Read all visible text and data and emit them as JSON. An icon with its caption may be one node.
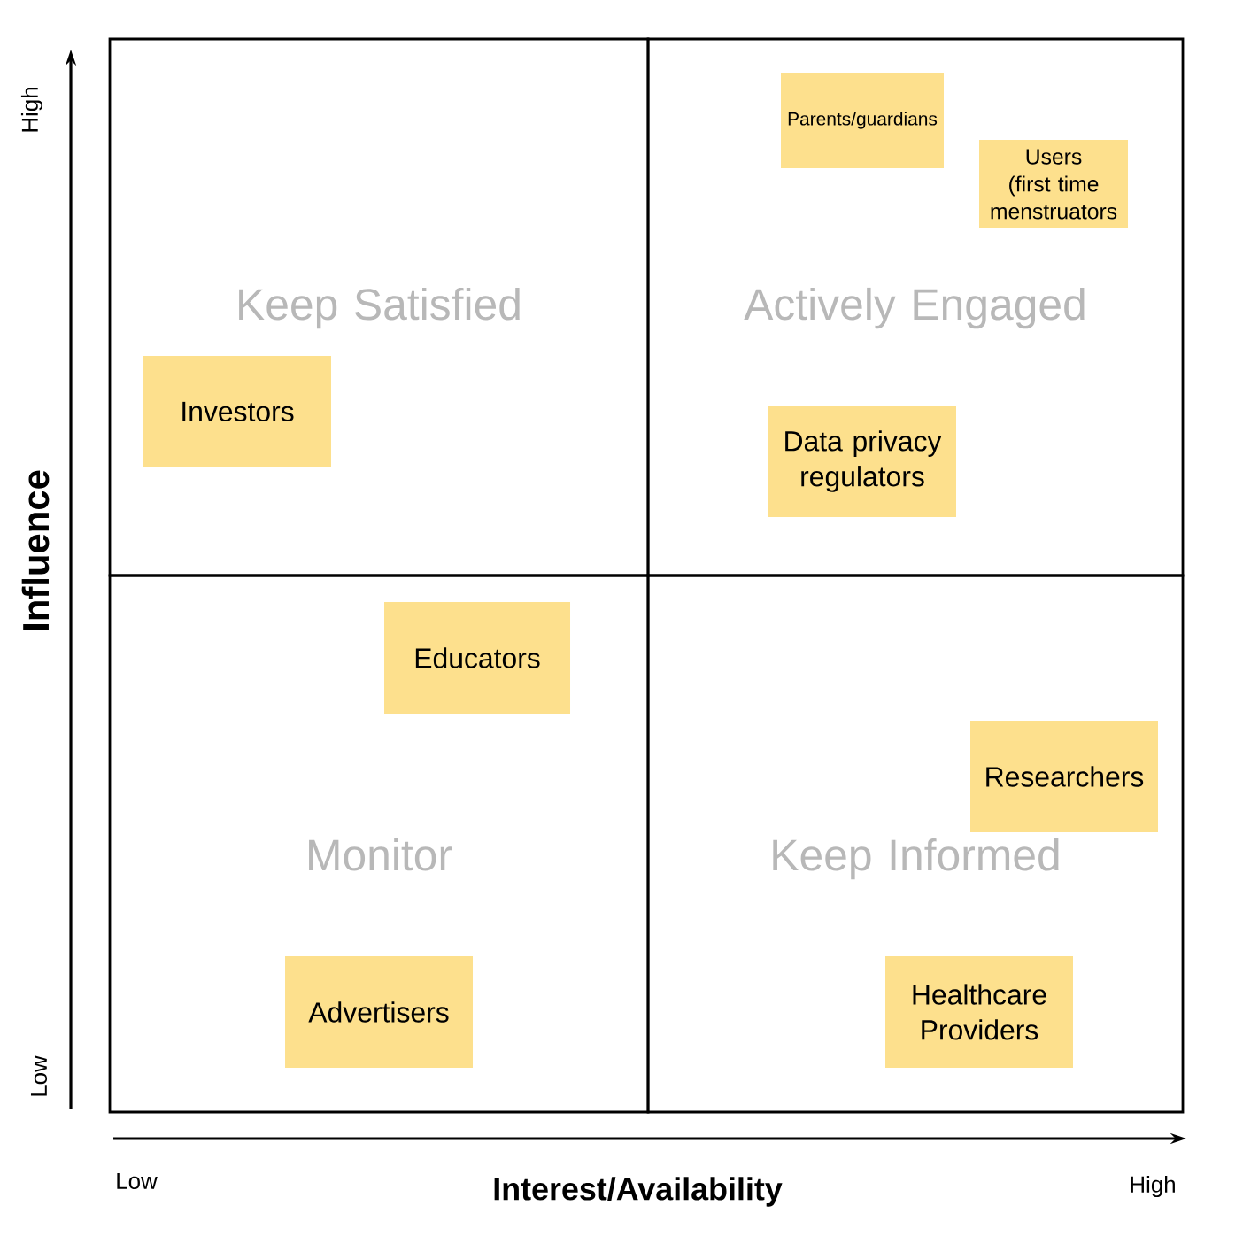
{
  "diagram": {
    "nodes": [
      {
        "text": [
          "Keep Satisfied"
        ]
      },
      {
        "text": [
          "Investors"
        ],
        "in": 0
      },
      {
        "text": [
          "Actively Engaged"
        ]
      },
      {
        "text": [
          "Parents/guardians"
        ],
        "in": 2
      },
      {
        "text": [
          "Users (first time menstruators"
        ],
        "in": 2
      },
      {
        "text": [
          "Data privacy regulators"
        ],
        "in": 2
      },
      {
        "text": [
          "Monitor"
        ]
      },
      {
        "text": [
          "Educators"
        ],
        "in": 6
      },
      {
        "text": [
          "Advertisers"
        ],
        "in": 6
      },
      {
        "text": [
          "Keep Informed"
        ]
      },
      {
        "text": [
          "Researchers"
        ],
        "in": 9
      },
      {
        "text": [
          "Healthcare Providers"
        ],
        "in": 9
      }
    ],
    "labels": [
      "High",
      "Low",
      "Influence",
      "Low",
      "Interest/Availability",
      "High"
    ]
  }
}
